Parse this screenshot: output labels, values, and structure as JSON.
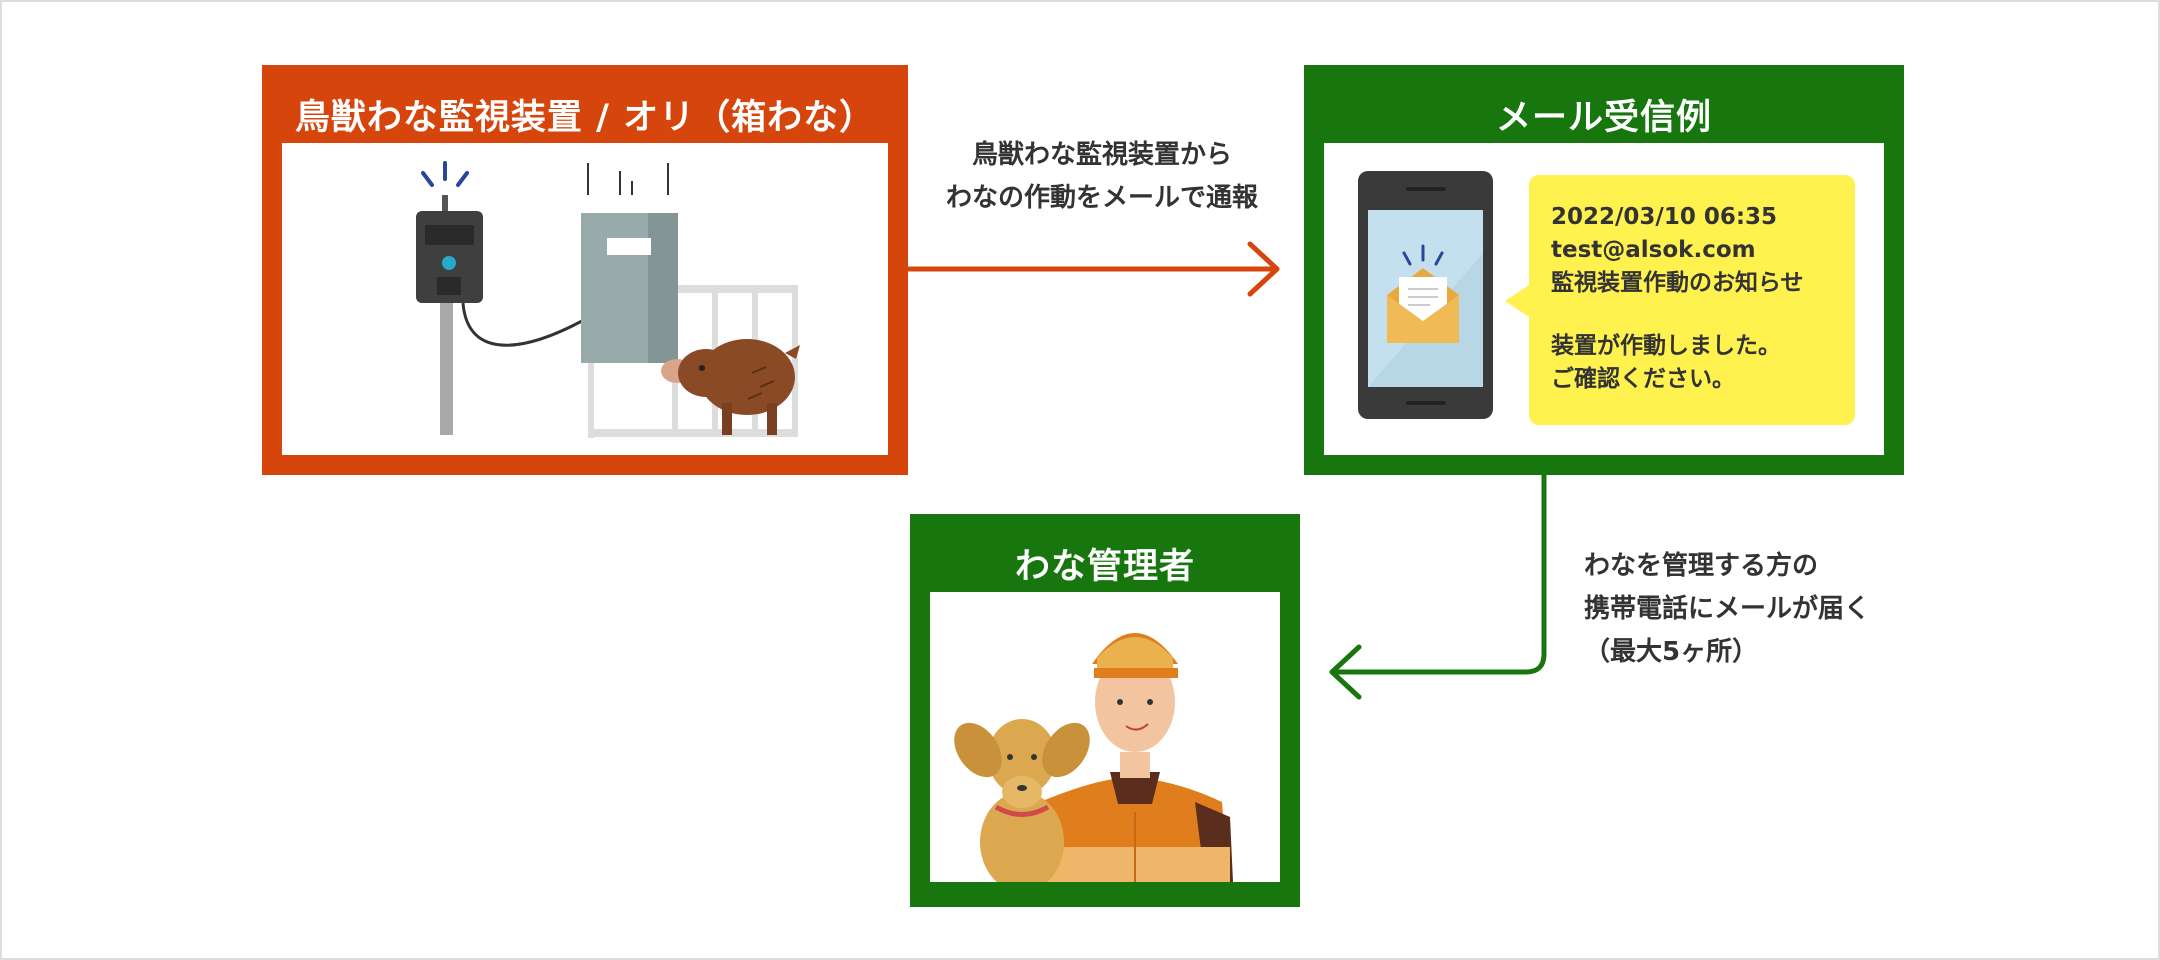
{
  "boxes": {
    "device": {
      "title": "鳥獣わな監視装置 / オリ（箱わな）"
    },
    "mail": {
      "title": "メール受信例"
    },
    "admin": {
      "title": "わな管理者"
    }
  },
  "arrows": {
    "notify": {
      "line1": "鳥獣わな監視装置から",
      "line2": "わなの作動をメールで通報"
    },
    "admin": {
      "line1": "わなを管理する方の",
      "line2": "携帯電話にメールが届く",
      "line3": "（最大5ヶ所）"
    }
  },
  "mail_example": {
    "datetime": "2022/03/10 06:35",
    "from": "test@alsok.com",
    "subject": "監視装置作動のお知らせ",
    "body_line1": "装置が作動しました。",
    "body_line2": "ご確認ください。"
  },
  "colors": {
    "orange": "#d5450c",
    "green": "#17770e",
    "bubble": "#fff24f"
  },
  "icons": [
    "monitor-device-icon",
    "cage-trap-icon",
    "boar-icon",
    "smartphone-icon",
    "envelope-icon",
    "person-icon",
    "dog-icon"
  ]
}
